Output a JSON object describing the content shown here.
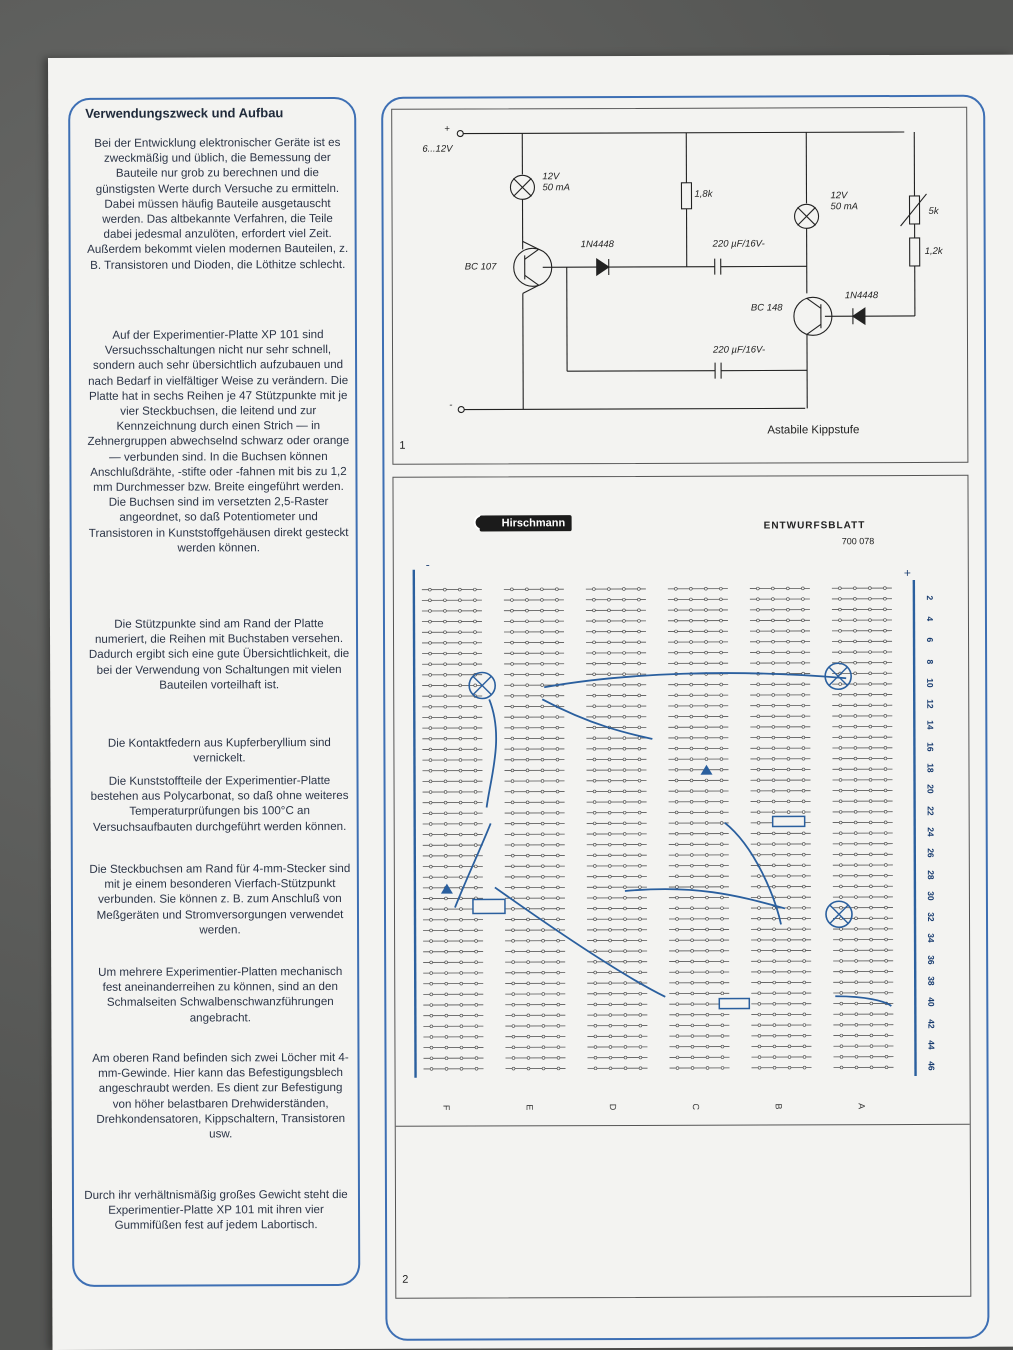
{
  "left": {
    "heading": "Verwendungszweck und Aufbau",
    "paragraphs": [
      "Bei der Entwicklung elektronischer Geräte ist es zweckmäßig und üblich, die Bemessung der Bauteile nur grob zu berechnen und die günstigsten Werte durch Versuche zu ermitteln. Dabei müssen häufig Bauteile ausgetauscht werden. Das altbekannte Verfahren, die Teile dabei jedesmal anzulöten, erfordert viel Zeit. Außerdem bekommt vielen modernen Bauteilen, z. B. Transistoren und Dioden, die Löthitze schlecht.",
      "Auf der Experimentier-Platte XP 101 sind Versuchsschaltungen nicht nur sehr schnell, sondern auch sehr übersichtlich aufzubauen und nach Bedarf in vielfältiger Weise zu verändern. Die Platte hat in sechs Reihen je 47 Stützpunkte mit je vier Steckbuchsen, die leitend und zur Kennzeichnung durch einen Strich — in Zehnergruppen abwechselnd schwarz oder orange — verbunden sind. In die Buchsen können Anschlußdrähte, -stifte oder -fahnen mit bis zu 1,2 mm Durchmesser bzw. Breite eingeführt werden. Die Buchsen sind im versetzten 2,5-Raster angeordnet, so daß Potentiometer und Transistoren in Kunststoffgehäusen direkt gesteckt werden können.",
      "Die Stützpunkte sind am Rand der Platte numeriert, die Reihen mit Buchstaben versehen. Dadurch ergibt sich eine gute Übersichtlichkeit, die bei der Verwendung von Schaltungen mit vielen Bauteilen vorteilhaft ist.",
      "Die Kontaktfedern aus Kupferberyllium sind vernickelt.",
      "Die Kunststoffteile der Experimentier-Platte bestehen aus Polycarbonat, so daß ohne weiteres Temperaturprüfungen bis 100°C an Versuchsaufbauten durchgeführt werden können.",
      "Die Steckbuchsen am Rand für 4-mm-Stecker sind mit je einem besonderen Vierfach-Stützpunkt verbunden. Sie können z. B. zum Anschluß von Meßgeräten und Stromversorgungen verwendet werden.",
      "Um mehrere Experimentier-Platten mechanisch fest aneinanderreihen zu können, sind an den Schmalseiten Schwalbenschwanzführungen angebracht.",
      "Am oberen Rand befinden sich zwei Löcher mit 4-mm-Gewinde. Hier kann das Befestigungsblech angeschraubt werden. Es dient zur Befestigung von höher belastbaren Drehwiderständen, Drehkondensatoren, Kippschaltern, Transistoren usw.",
      "Durch ihr verhältnismäßig großes Gewicht steht die Experimentier-Platte XP 101 mit ihren vier Gummifüßen fest auf jedem Labortisch."
    ]
  },
  "figure1": {
    "number": "1",
    "caption": "Astabile Kippstufe",
    "supply_plus": "+",
    "supply_minus": "-",
    "voltage": "6...12V",
    "lamp1": "12V\n50 mA",
    "lamp2": "12V\n50 mA",
    "r1": "1,8k",
    "pot": "5k",
    "r2": "1,2k",
    "t1": "BC 107",
    "t2": "BC 148",
    "d1": "1N4448",
    "d2": "1N4448",
    "c1": "220 µF/16V-",
    "c2": "220 µF/16V-"
  },
  "figure2": {
    "number": "2",
    "brand": "Hirschmann",
    "title": "ENTWURFSBLATT",
    "doc_number": "700 078",
    "minus_label": "-",
    "plus_label": "+",
    "row_numbers": [
      "2",
      "4",
      "6",
      "8",
      "10",
      "12",
      "14",
      "16",
      "18",
      "20",
      "22",
      "24",
      "26",
      "28",
      "30",
      "32",
      "34",
      "36",
      "38",
      "40",
      "42",
      "44",
      "46"
    ],
    "column_letters": [
      "F",
      "E",
      "D",
      "C",
      "B",
      "A"
    ]
  },
  "colors": {
    "accent": "#3d6fb4",
    "wire": "#2a5f9e"
  }
}
